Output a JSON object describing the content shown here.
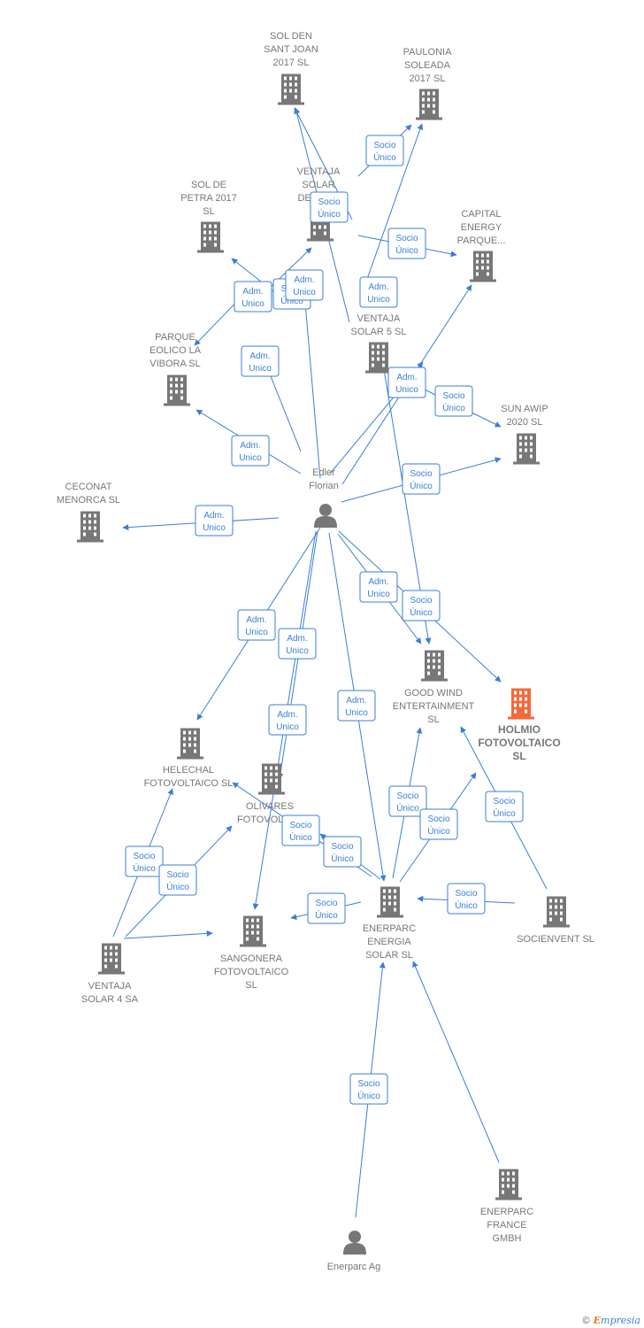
{
  "colors": {
    "edge": "#3a7fd5",
    "building": "#777777",
    "building_main": "#f26a3b",
    "person": "#777777"
  },
  "footer": {
    "copyright": "©",
    "brand_initial": "E",
    "brand_rest": "mpresia"
  },
  "nodes": [
    {
      "id": "soldensantjoan",
      "type": "company",
      "label": [
        "SOL DEN",
        "SANT JOAN",
        "2017  SL"
      ]
    },
    {
      "id": "paulonia",
      "type": "company",
      "label": [
        "PAULONIA",
        "SOLEADA",
        "2017  SL"
      ]
    },
    {
      "id": "ventajasolardesar",
      "type": "company",
      "label": [
        "VENTAJA",
        "SOLAR",
        "DESAR..."
      ]
    },
    {
      "id": "soldepetra",
      "type": "company",
      "label": [
        "SOL DE",
        "PETRA 2017",
        "SL"
      ]
    },
    {
      "id": "capitalenergy",
      "type": "company",
      "label": [
        "CAPITAL",
        "ENERGY",
        "PARQUE..."
      ]
    },
    {
      "id": "ventajasolar5",
      "type": "company",
      "label": [
        "VENTAJA",
        "SOLAR 5  SL"
      ]
    },
    {
      "id": "parqueeolico",
      "type": "company",
      "label": [
        "PARQUE",
        "EOLICO LA",
        "VIBORA  SL"
      ]
    },
    {
      "id": "sunawip",
      "type": "company",
      "label": [
        "SUN AWIP",
        "2020  SL"
      ]
    },
    {
      "id": "edler",
      "type": "person",
      "label": [
        "Edler",
        "Florian"
      ]
    },
    {
      "id": "ceconat",
      "type": "company",
      "label": [
        "CECONAT",
        "MENORCA SL"
      ]
    },
    {
      "id": "goodwind",
      "type": "company",
      "label": [
        "GOOD WIND",
        "ENTERTAINMENT",
        "SL"
      ]
    },
    {
      "id": "holmio",
      "type": "company_main",
      "label": [
        "HOLMIO",
        "FOTOVOLTAICO",
        "SL"
      ]
    },
    {
      "id": "helechal",
      "type": "company",
      "label": [
        "HELECHAL",
        "FOTOVOLTAICO SL"
      ]
    },
    {
      "id": "olivares",
      "type": "company",
      "label": [
        "OLIVARES",
        "FOTOVOLTA..."
      ]
    },
    {
      "id": "enerparcenergia",
      "type": "company",
      "label": [
        "ENERPARC",
        "ENERGIA",
        "SOLAR  SL"
      ]
    },
    {
      "id": "socienvent",
      "type": "company",
      "label": [
        "SOCIENVENT SL"
      ]
    },
    {
      "id": "ventajasolar4",
      "type": "company",
      "label": [
        "VENTAJA",
        "SOLAR 4 SA"
      ]
    },
    {
      "id": "sangonera",
      "type": "company",
      "label": [
        "SANGONERA",
        "FOTOVOLTAICO",
        "SL"
      ]
    },
    {
      "id": "enerparcfrance",
      "type": "company",
      "label": [
        "ENERPARC",
        "FRANCE",
        "GMBH"
      ]
    },
    {
      "id": "enerparcag",
      "type": "person",
      "label": [
        "Enerparc Ag"
      ]
    }
  ],
  "edges": [
    {
      "id": "e1",
      "label": [
        "Socio",
        "Único"
      ]
    },
    {
      "id": "e2",
      "label": [
        "Socio",
        "Único"
      ]
    },
    {
      "id": "e3",
      "label": [
        "Socio",
        "Único"
      ]
    },
    {
      "id": "e4",
      "label": [
        "Adm.",
        "Unico"
      ]
    },
    {
      "id": "e5",
      "label": [
        "Socio",
        "Único"
      ]
    },
    {
      "id": "e6",
      "label": [
        "Socio",
        "Único"
      ]
    },
    {
      "id": "e7",
      "label": [
        "Adm.",
        "Unico"
      ]
    },
    {
      "id": "e8",
      "label": [
        "Adm.",
        "Unico"
      ]
    },
    {
      "id": "e9",
      "label": [
        "Adm.",
        "Unico"
      ]
    },
    {
      "id": "e10",
      "label": [
        "Socio",
        "Único"
      ]
    },
    {
      "id": "e11",
      "label": [
        "Adm.",
        "Unico"
      ]
    },
    {
      "id": "e12",
      "label": [
        "Adm.",
        "Unico"
      ]
    },
    {
      "id": "e13",
      "label": [
        "Adm.",
        "Unico"
      ]
    },
    {
      "id": "e14",
      "label": [
        "Socio",
        "Único"
      ]
    },
    {
      "id": "e15",
      "label": [
        "Adm.",
        "Unico"
      ]
    },
    {
      "id": "e16",
      "label": [
        "Adm.",
        "Unico"
      ]
    },
    {
      "id": "e17",
      "label": [
        "Adm.",
        "Unico"
      ]
    },
    {
      "id": "e18",
      "label": [
        "Adm.",
        "Unico"
      ]
    },
    {
      "id": "e19",
      "label": [
        "Adm.",
        "Unico"
      ]
    },
    {
      "id": "e20",
      "label": [
        "Adm.",
        "Unico"
      ]
    },
    {
      "id": "e21",
      "label": [
        "Socio",
        "Único"
      ]
    },
    {
      "id": "e22",
      "label": [
        "Socio",
        "Único"
      ]
    },
    {
      "id": "e23",
      "label": [
        "Socio",
        "Único"
      ]
    },
    {
      "id": "e24",
      "label": [
        "Socio",
        "Único"
      ]
    },
    {
      "id": "e25",
      "label": [
        "Socio",
        "Único"
      ]
    },
    {
      "id": "e26",
      "label": [
        "Socio",
        "Único"
      ]
    },
    {
      "id": "e27",
      "label": [
        "Socio",
        "Único"
      ]
    },
    {
      "id": "e28",
      "label": [
        "Socio",
        "Único"
      ]
    },
    {
      "id": "e29",
      "label": [
        "Socio",
        "Único"
      ]
    },
    {
      "id": "e30",
      "label": [
        "Socio",
        "Único"
      ]
    },
    {
      "id": "e31",
      "label": [
        "Socio",
        "Único"
      ]
    }
  ]
}
